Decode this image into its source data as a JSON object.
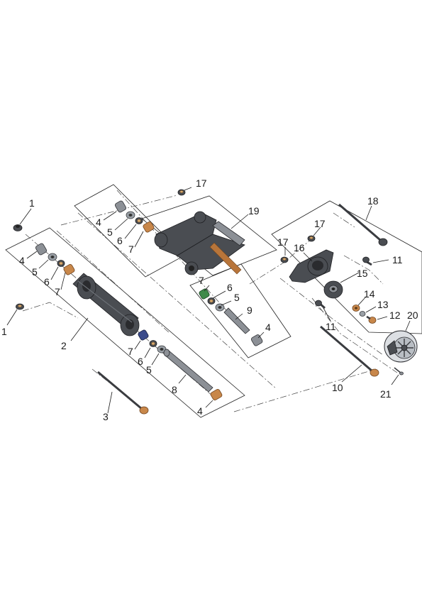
{
  "diagram": {
    "callouts": [
      "1",
      "1",
      "2",
      "3",
      "4",
      "4",
      "4",
      "4",
      "5",
      "5",
      "5",
      "5",
      "6",
      "6",
      "6",
      "6",
      "7",
      "7",
      "7",
      "7",
      "8",
      "9",
      "10",
      "11",
      "11",
      "12",
      "13",
      "14",
      "15",
      "16",
      "17",
      "17",
      "17",
      "18",
      "19",
      "20",
      "21"
    ]
  }
}
